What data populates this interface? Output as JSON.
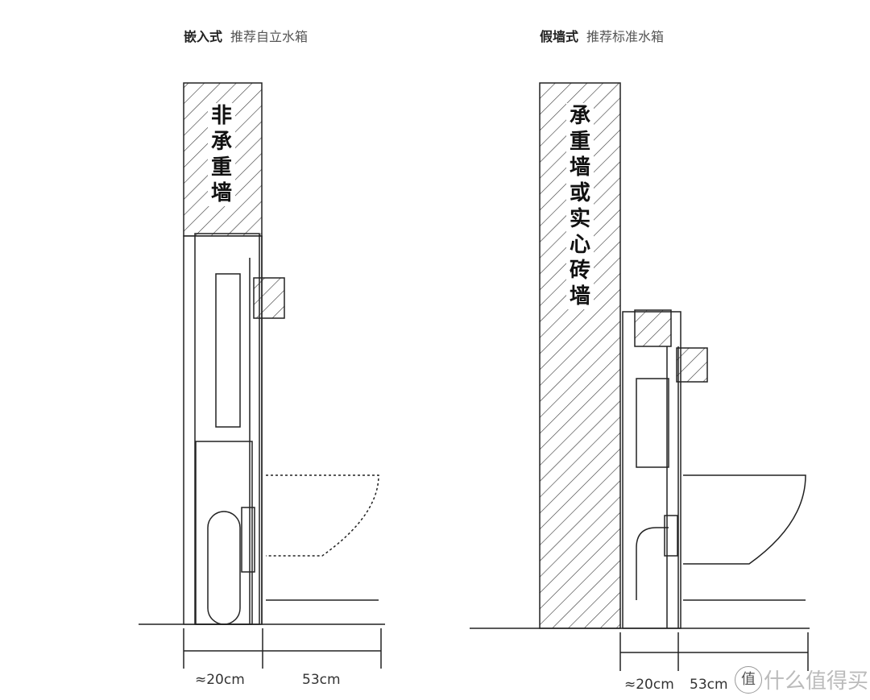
{
  "left": {
    "title": "嵌入式",
    "subtitle": "推荐自立水箱",
    "wall": "非承重墙",
    "dim1": "≈20cm",
    "dim2": "53cm"
  },
  "right": {
    "title": "假墙式",
    "subtitle": "推荐标准水箱",
    "wall": "承重墙或实心砖墙",
    "dim1": "≈20cm",
    "dim2": "53cm"
  },
  "watermark": {
    "icon": "值",
    "text": "什么值得买"
  }
}
